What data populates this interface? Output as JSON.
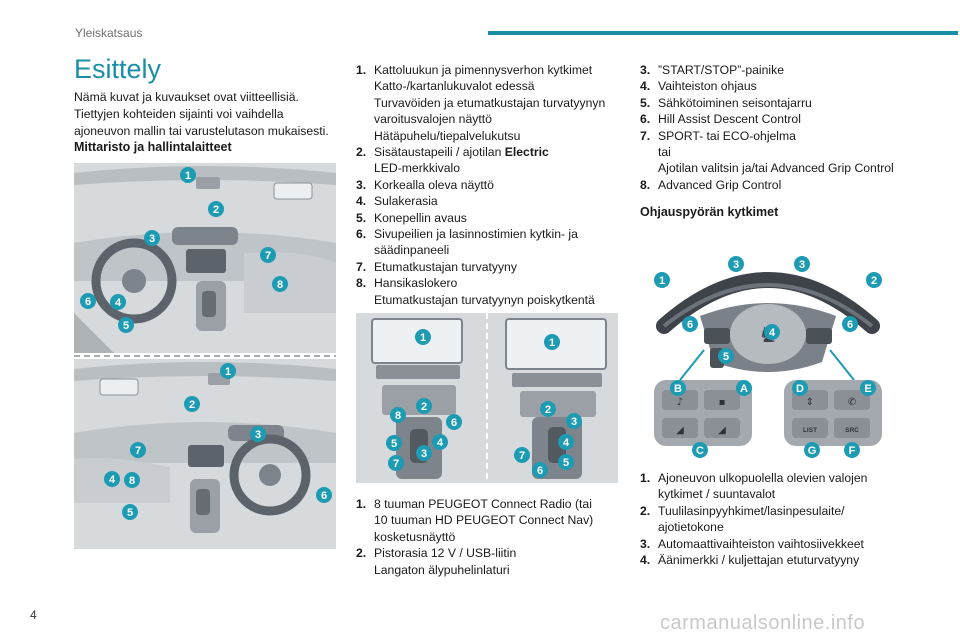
{
  "header": {
    "section": "Yleiskatsaus"
  },
  "page": {
    "title": "Esittely",
    "intro_lines": [
      "Nämä kuvat ja kuvaukset ovat viitteellisiä.",
      "Tiettyjen kohteiden sijainti voi vaihdella",
      "ajoneuvon mallin tai varustelutason mukaisesti."
    ],
    "dashboard_heading": "Mittaristo ja hallintalaitteet",
    "steering_heading": "Ohjauspyörän kytkimet",
    "page_number": "4",
    "watermark": "carmanualsonline.info"
  },
  "colors": {
    "accent": "#1a8ea6",
    "callout": "#1d9bb3"
  },
  "list_dashboard": [
    {
      "n": "1.",
      "lines": [
        "Kattoluukun ja pimennysverhon kytkimet",
        "Katto-/kartanlukuvalot edessä",
        "Turvavöiden ja etumatkustajan turvatyynyn",
        "varoitusvalojen näyttö",
        "Hätäpuhelu/tiepalvelukutsu"
      ]
    },
    {
      "n": "2.",
      "lines": [
        "Sisätaustapeili / ajotilan "
      ],
      "bold": "Electric",
      "extra": [
        "LED-merkkivalo"
      ]
    },
    {
      "n": "3.",
      "lines": [
        "Korkealla oleva näyttö"
      ]
    },
    {
      "n": "4.",
      "lines": [
        "Sulakerasia"
      ]
    },
    {
      "n": "5.",
      "lines": [
        "Konepellin avaus"
      ]
    },
    {
      "n": "6.",
      "lines": [
        "Sivupeilien ja lasinnostimien kytkin- ja",
        "säädinpaneeli"
      ]
    },
    {
      "n": "7.",
      "lines": [
        "Etumatkustajan turvatyyny"
      ]
    },
    {
      "n": "8.",
      "lines": [
        "Hansikaslokero",
        "Etumatkustajan turvatyynyn poiskytkentä"
      ]
    }
  ],
  "list_console": [
    {
      "n": "1.",
      "lines": [
        "8 tuuman PEUGEOT Connect Radio (tai",
        "10 tuuman HD PEUGEOT Connect Nav)",
        "kosketusnäyttö"
      ]
    },
    {
      "n": "2.",
      "lines": [
        "Pistorasia 12 V / USB-liitin",
        "Langaton älypuhelinlaturi"
      ]
    }
  ],
  "list_right_top": [
    {
      "n": "3.",
      "lines": [
        "”START/STOP”-painike"
      ]
    },
    {
      "n": "4.",
      "lines": [
        "Vaihteiston ohjaus"
      ]
    },
    {
      "n": "5.",
      "lines": [
        "Sähkötoiminen seisontajarru"
      ]
    },
    {
      "n": "6.",
      "lines": [
        "Hill Assist Descent Control"
      ]
    },
    {
      "n": "7.",
      "lines": [
        "SPORT- tai ECO-ohjelma",
        "tai",
        "Ajotilan valitsin ja/tai Advanced Grip Control"
      ]
    },
    {
      "n": "8.",
      "lines": [
        "Advanced Grip Control"
      ]
    }
  ],
  "list_steering": [
    {
      "n": "1.",
      "lines": [
        "Ajoneuvon ulkopuolella olevien valojen",
        "kytkimet / suuntavalot"
      ]
    },
    {
      "n": "2.",
      "lines": [
        "Tuulilasinpyyhkimet/lasinpesulaite/",
        "ajotietokone"
      ]
    },
    {
      "n": "3.",
      "lines": [
        "Automaattivaihteiston vaihtosiivekkeet"
      ]
    },
    {
      "n": "4.",
      "lines": [
        "Äänimerkki / kuljettajan etuturvatyyny"
      ]
    }
  ],
  "figures": {
    "steering_button_labels": [
      "LIST",
      "SRC"
    ],
    "callouts_dash_top": [
      "1",
      "2",
      "3",
      "7",
      "8",
      "6",
      "4",
      "5"
    ],
    "callouts_dash_bottom": [
      "1",
      "2",
      "3",
      "7",
      "4",
      "8",
      "6",
      "5"
    ],
    "callouts_console_left": [
      "1",
      "2",
      "8",
      "6",
      "4",
      "5",
      "3",
      "7"
    ],
    "callouts_console_right": [
      "1",
      "2",
      "3",
      "4",
      "7",
      "5",
      "6"
    ],
    "callouts_steering": [
      "1",
      "3",
      "3",
      "2",
      "6",
      "4",
      "6",
      "5",
      "B",
      "A",
      "D",
      "E",
      "C",
      "G",
      "F"
    ]
  }
}
